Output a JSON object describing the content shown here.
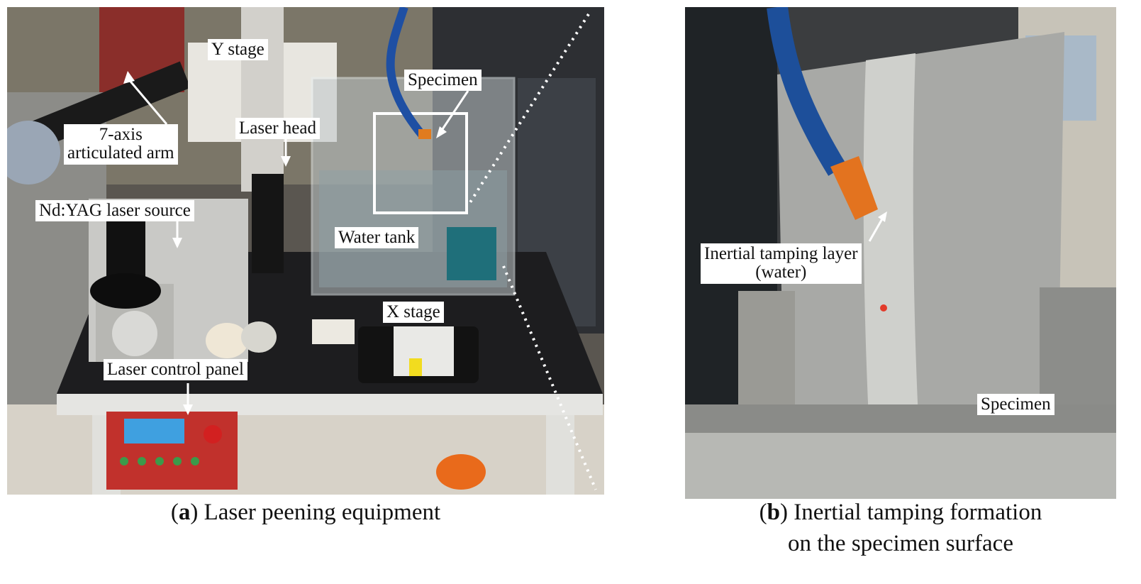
{
  "panel_a": {
    "labels": {
      "y_stage": "Y stage",
      "specimen": "Specimen",
      "arm_line1": "7-axis",
      "arm_line2": "articulated arm",
      "laser_head": "Laser head",
      "laser_source": "Nd:YAG laser source",
      "water_tank": "Water tank",
      "x_stage": "X stage",
      "control_panel": "Laser control panel"
    },
    "caption_letter": "a",
    "caption_text": "Laser peening equipment"
  },
  "panel_b": {
    "labels": {
      "tamping_line1": "Inertial tamping layer",
      "tamping_line2": "(water)",
      "specimen": "Specimen"
    },
    "caption_letter": "b",
    "caption_line1": "Inertial tamping formation",
    "caption_line2": "on the specimen surface"
  }
}
